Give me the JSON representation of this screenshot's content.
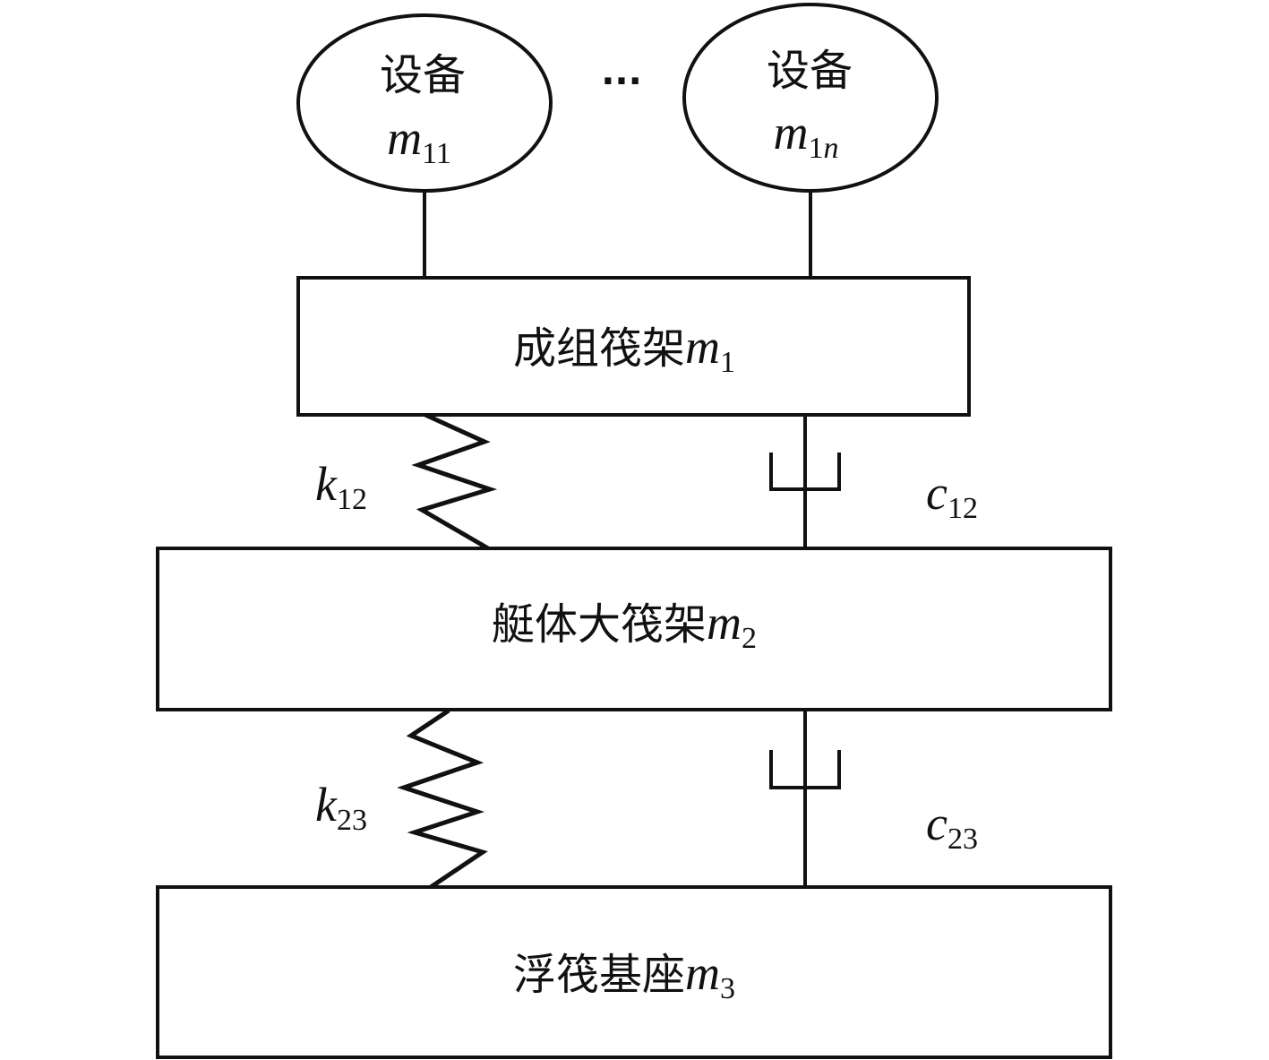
{
  "devices": [
    {
      "label": "设备",
      "symbol": "m",
      "subscript": "11"
    },
    {
      "label": "设备",
      "symbol": "m",
      "subscript": "1n"
    }
  ],
  "ellipsis": "···",
  "masses": [
    {
      "label": "成组筏架",
      "symbol": "m",
      "subscript": "1"
    },
    {
      "label": "艇体大筏架",
      "symbol": "m",
      "subscript": "2"
    },
    {
      "label": "浮筏基座",
      "symbol": "m",
      "subscript": "3"
    }
  ],
  "springs": [
    {
      "symbol": "k",
      "subscript": "12"
    },
    {
      "symbol": "k",
      "subscript": "23"
    }
  ],
  "dampers": [
    {
      "symbol": "c",
      "subscript": "12"
    },
    {
      "symbol": "c",
      "subscript": "23"
    }
  ]
}
